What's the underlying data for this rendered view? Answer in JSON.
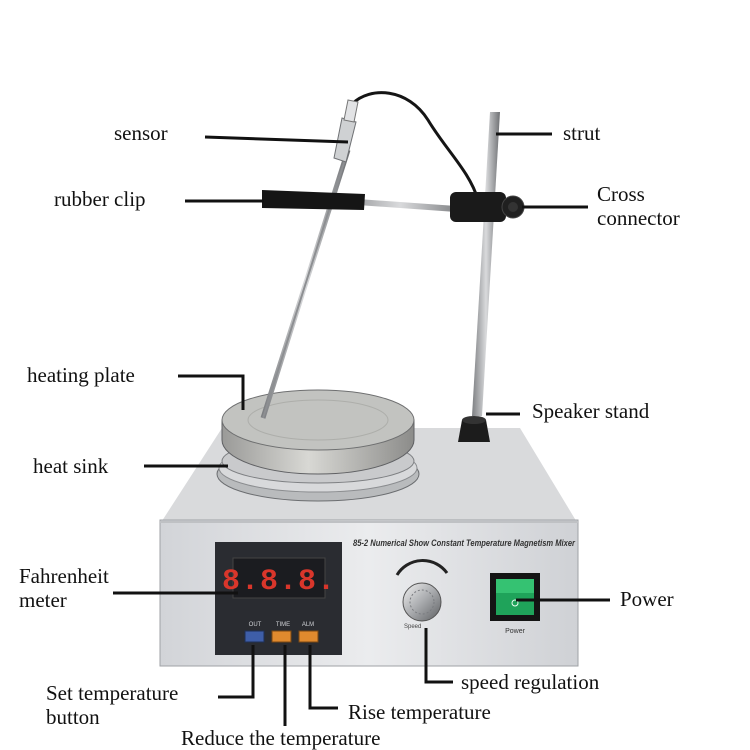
{
  "labels": {
    "sensor": "sensor",
    "strut": "strut",
    "rubber_clip": "rubber clip",
    "cross_connector_l1": "Cross",
    "cross_connector_l2": "connector",
    "heating_plate": "heating plate",
    "speaker_stand": "Speaker stand",
    "heat_sink": "heat sink",
    "fahrenheit_meter_l1": "Fahrenheit",
    "fahrenheit_meter_l2": "meter",
    "power": "Power",
    "speed_regulation": "speed regulation",
    "set_temperature_l1": "Set temperature",
    "set_temperature_l2": "button",
    "rise_temperature": "Rise temperature",
    "reduce_temperature": "Reduce the temperature"
  },
  "device": {
    "model_text": "85-2 Numerical Show Constant Temperature Magnetism Mixer",
    "display_value": "8.8.8.",
    "button_labels": [
      "OUT",
      "TIME",
      "ALM"
    ],
    "power_text": "Power",
    "speed_text": "Speed"
  },
  "colors": {
    "body": "#e3e4e6",
    "panel": "#eeeff1",
    "display_bg": "#2a2c31",
    "display_digits": "#d9362b",
    "button_blue": "#3e5ea8",
    "button_orange": "#e08a2e",
    "power_switch": "#1fa35a",
    "line": "#111111"
  }
}
